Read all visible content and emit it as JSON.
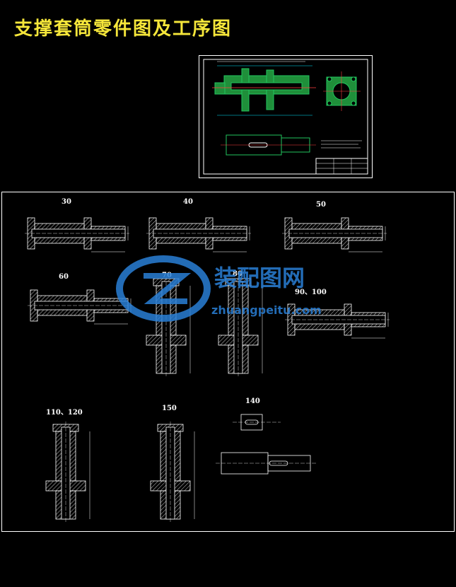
{
  "title": "支撑套筒零件图及工序图",
  "operations": [
    {
      "label": "30"
    },
    {
      "label": "40"
    },
    {
      "label": "50"
    },
    {
      "label": "60"
    },
    {
      "label": "70"
    },
    {
      "label": "80"
    },
    {
      "label": "90、100"
    },
    {
      "label": "110、120"
    },
    {
      "label": "150"
    },
    {
      "label": "140"
    }
  ],
  "watermark": {
    "text": "装配图网",
    "url": "zhuangpeitu.com"
  },
  "colors": {
    "title": "#f5e63a",
    "line": "#ffffff",
    "hatch": "#22c55e",
    "center": "#ff4040",
    "cyan": "#00e5ff"
  }
}
